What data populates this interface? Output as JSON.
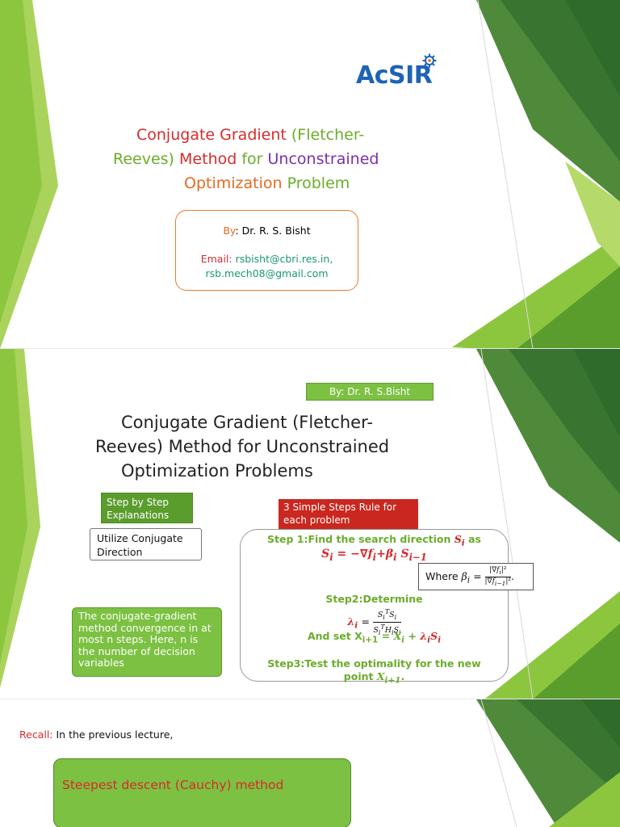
{
  "colors": {
    "green_dark": "#2f6b2a",
    "green_mid": "#5a9d2d",
    "green_light": "#8cc63f",
    "accent_red": "#d62b2b",
    "accent_orange": "#e66a1f",
    "accent_purple": "#7a2fb0",
    "logo_blue": "#1e63b5"
  },
  "slide1": {
    "logo": {
      "text": "AcSIR",
      "icon": "gear-logo-icon"
    },
    "title": {
      "w1": "Conjugate Gradient",
      "w2": "(Fletcher-",
      "w3": "Reeves)",
      "w4": "Method",
      "w5": "for",
      "w6": "Unconstrained",
      "w7": "Optimization",
      "w8": "Problem"
    },
    "author": {
      "by_label": "By",
      "by_sep": ": ",
      "name": "Dr. R. S. Bisht",
      "email_label": "Email:",
      "email1": "rsbisht@cbri.res.in,",
      "email2": "rsb.mech08@gmail.com"
    }
  },
  "slide2": {
    "byline": "By: Dr. R. S.Bisht",
    "title_l1": "Conjugate Gradient (Fletcher-",
    "title_l2": "Reeves) Method for Unconstrained",
    "title_l3": "Optimization Problems",
    "step_by_step": "Step by Step Explanations",
    "utilize": "Utilize Conjugate Direction",
    "rule": "3 Simple Steps Rule for each problem",
    "step1_label": "Step 1:Find the search direction",
    "step1_eq": "Si = −∇fi+βi Si−1",
    "where": "Where βi = |∇fi|² / |∇fi−1|².",
    "step2_label": "Step2:Determine",
    "step2_eq": "λi = SiᵀSi / SiᵀHiSi",
    "step2_set": "And set Xi+1 = Xi + λiSi",
    "step3_l1": "Step3:Test the optimality for the new",
    "step3_l2": "point Xi+1.",
    "convergence": "The conjugate-gradient method convergence in at most n steps. Here, n is the number of decision variables"
  },
  "slide3": {
    "recall_label": "Recall:",
    "recall_text": " In the previous lecture,",
    "method": "Steepest descent (Cauchy) method"
  }
}
